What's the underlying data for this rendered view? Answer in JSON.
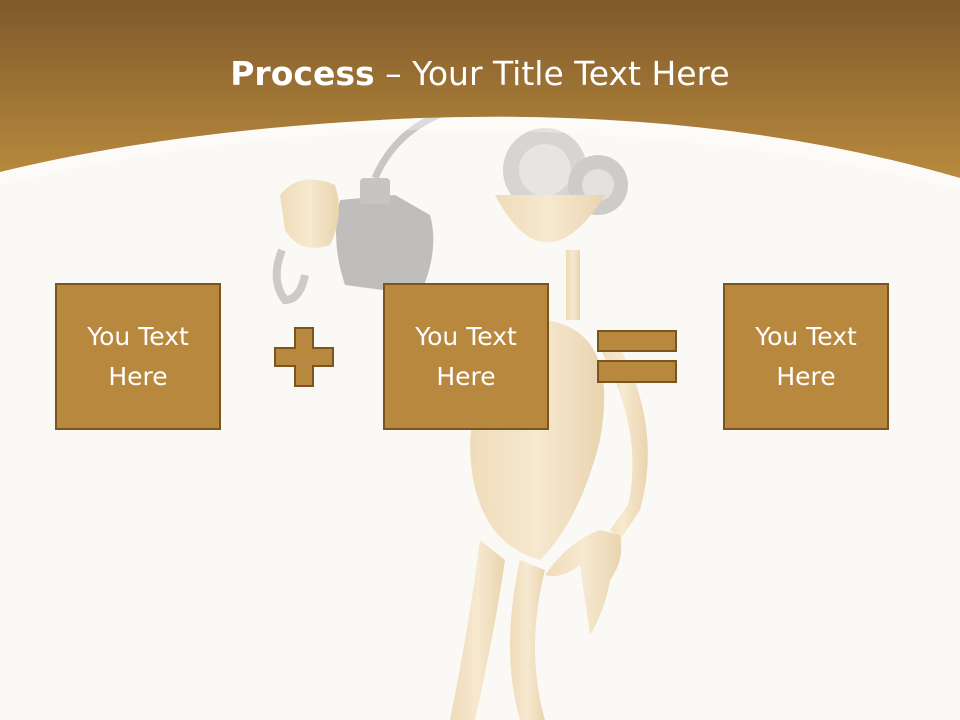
{
  "title": {
    "bold": "Process",
    "separator": " – ",
    "rest": "Your Title Text Here"
  },
  "boxes": [
    {
      "text": "You Text Here"
    },
    {
      "text": "You Text Here"
    },
    {
      "text": "You Text Here"
    }
  ],
  "operators": [
    "plus-icon",
    "equals-icon"
  ],
  "colors": {
    "header_dark": "#7f5a2a",
    "header_light": "#b98a3e",
    "box_fill": "#b9883f",
    "box_border": "#7a5520",
    "background": "#fbf9f5"
  }
}
